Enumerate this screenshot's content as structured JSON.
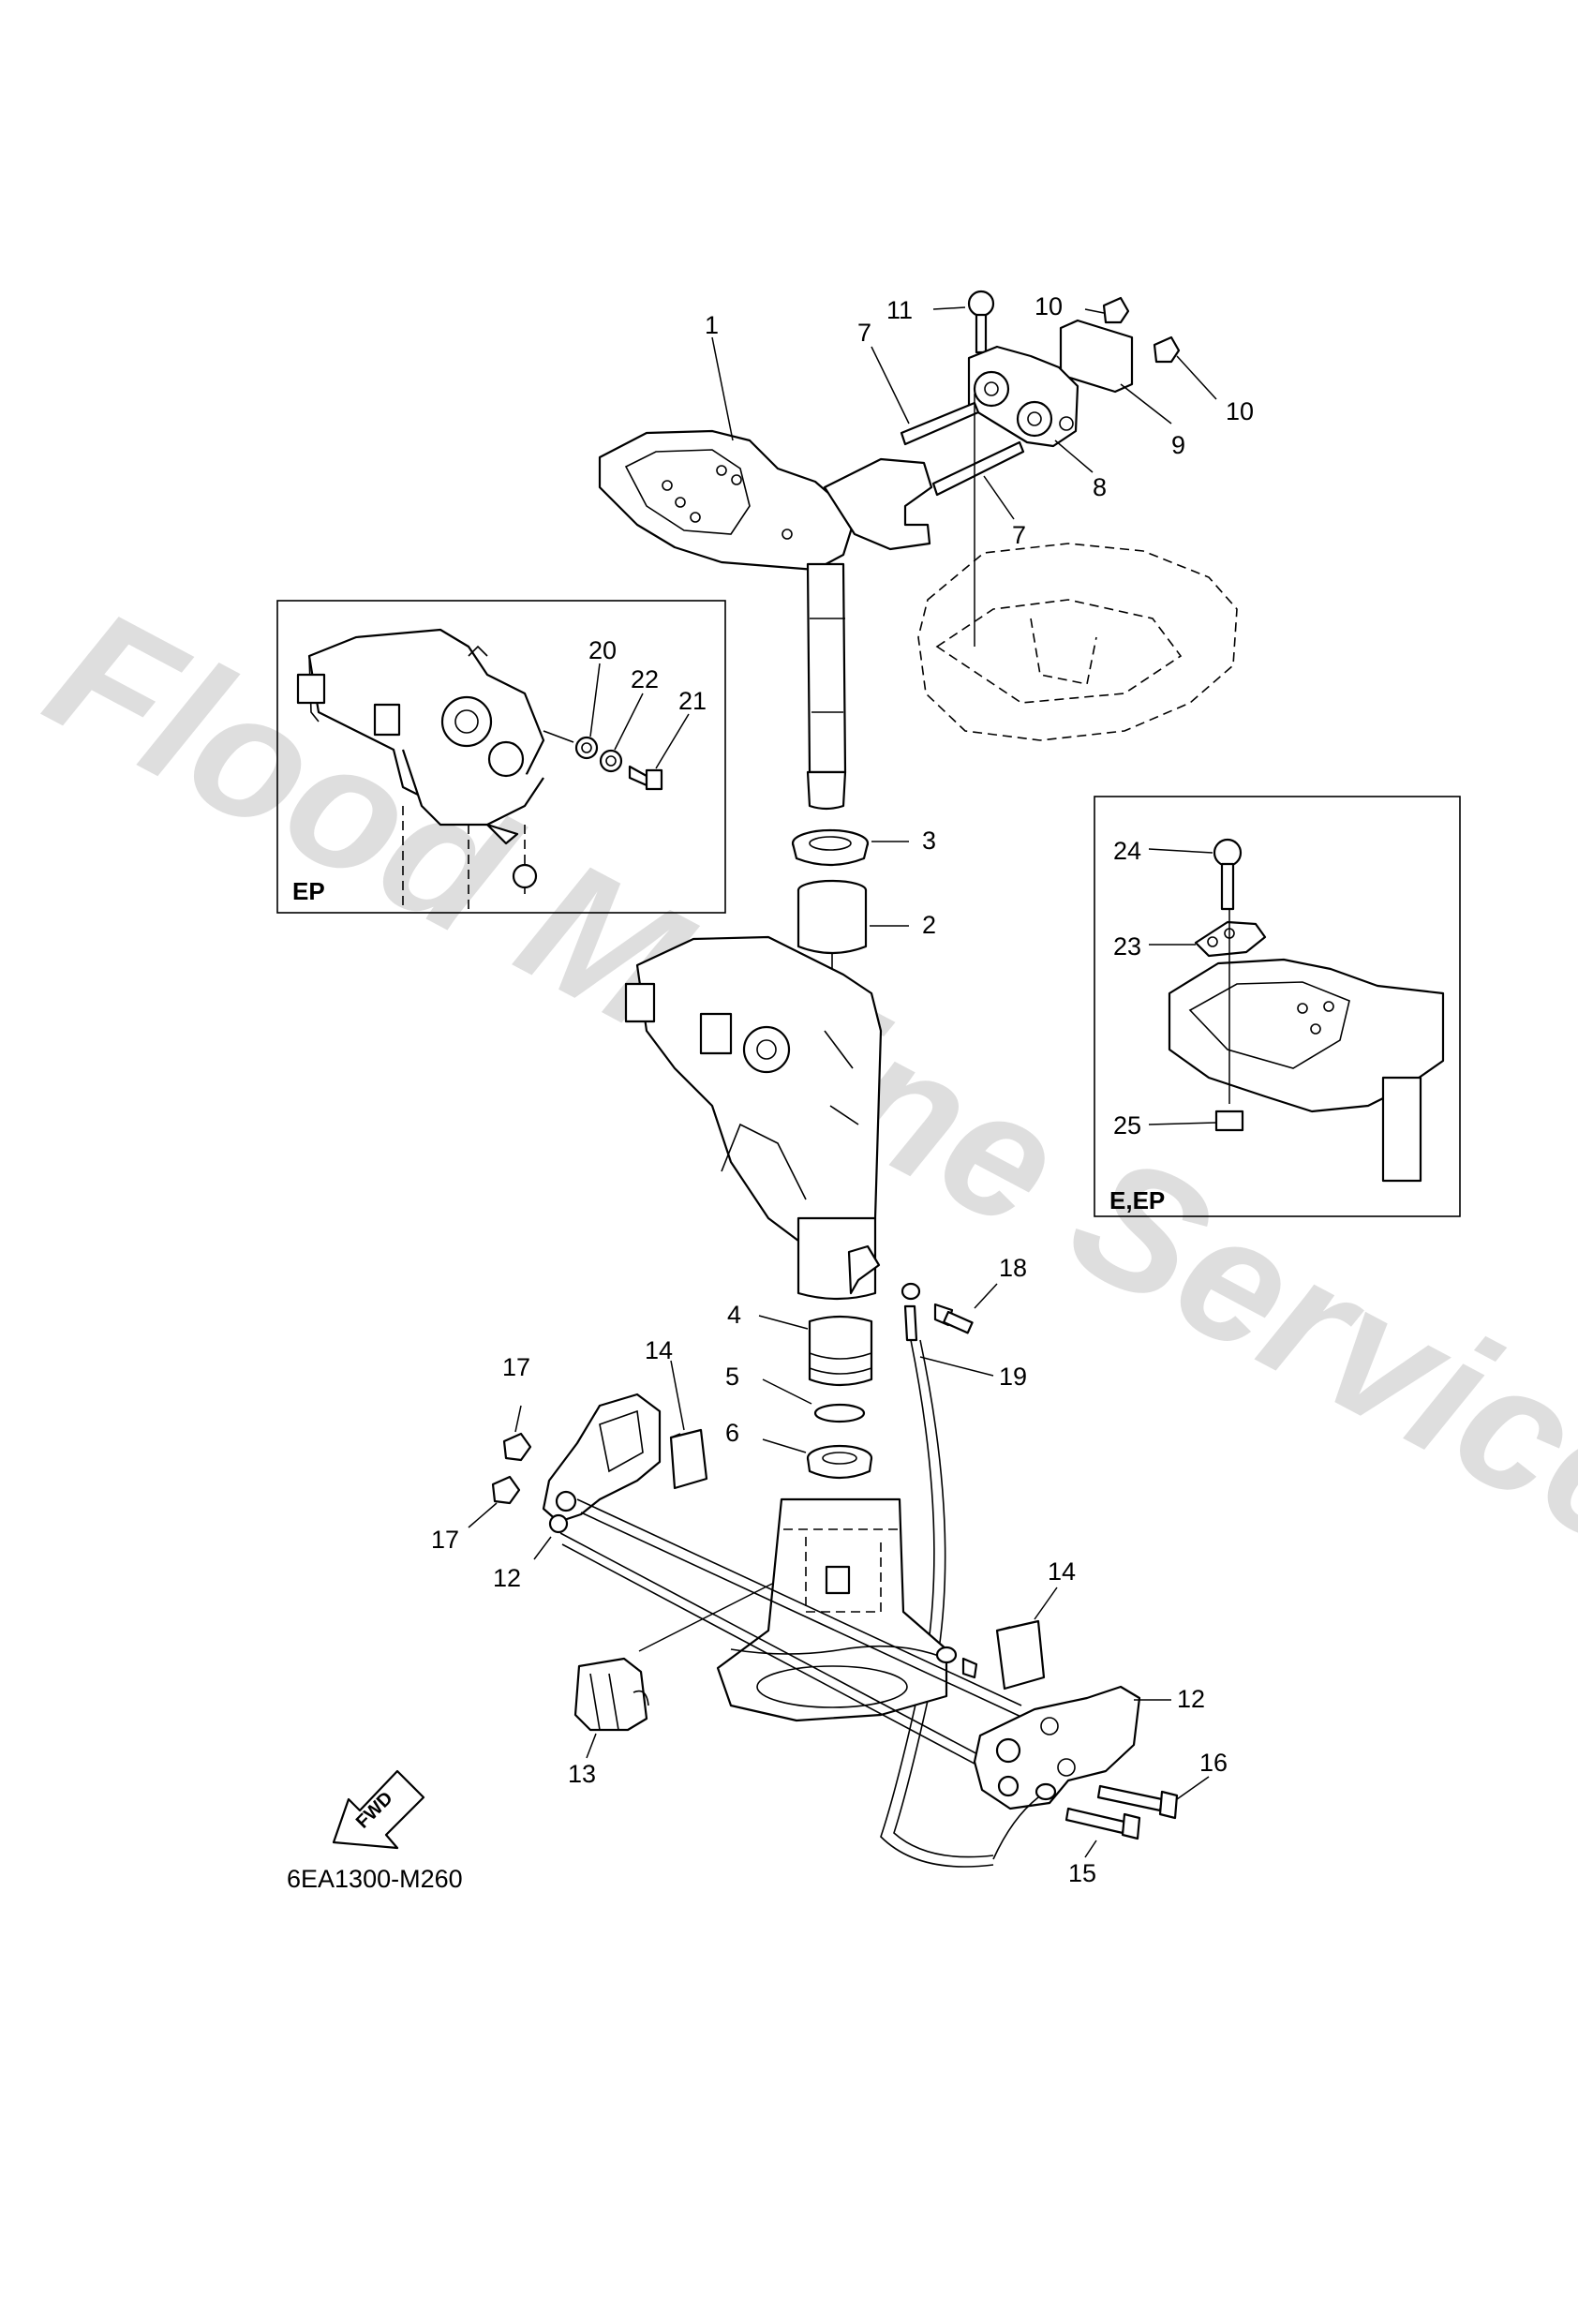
{
  "watermark": "Flood Marine Services",
  "diagram_code": "6EA1300-M260",
  "fwd_label": "FWD",
  "insets": {
    "ep": "EP",
    "eep": "E,EP"
  },
  "callouts": [
    "1",
    "2",
    "3",
    "4",
    "5",
    "6",
    "7",
    "8",
    "9",
    "10",
    "11",
    "12",
    "13",
    "14",
    "15",
    "16",
    "17",
    "18",
    "19",
    "20",
    "21",
    "22",
    "23",
    "24",
    "25"
  ]
}
